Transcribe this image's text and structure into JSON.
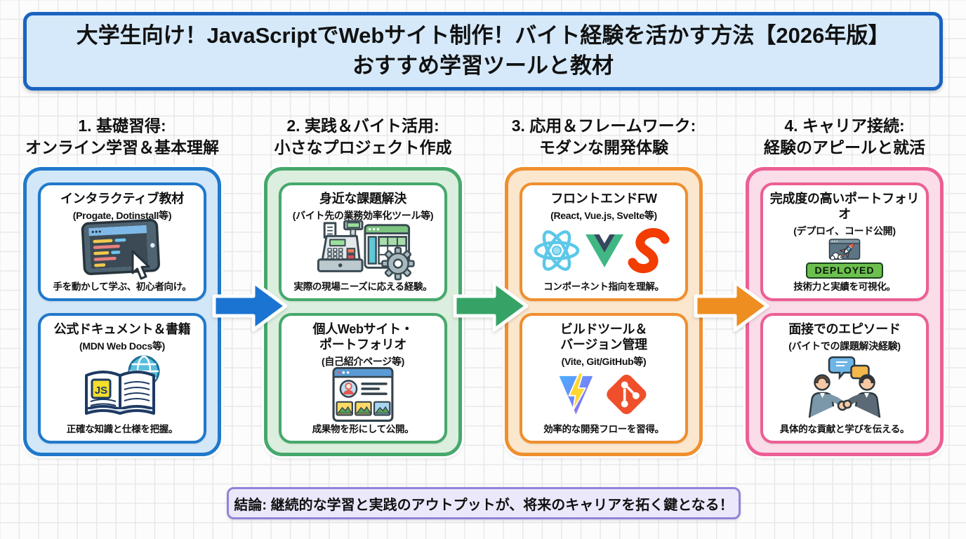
{
  "page": {
    "title_line1": "大学生向け！JavaScriptでWebサイト制作！バイト経験を活かす方法【2026年版】",
    "title_line2": "おすすめ学習ツールと教材",
    "conclusion": "結論: 継続的な学習と実践のアウトプットが、将来のキャリアを拓く鍵となる！"
  },
  "columns": [
    {
      "header": "1. 基礎習得:\nオンライン学習＆基本理解",
      "accent": "#2079ca",
      "fill": "#d2e7f8",
      "cards": [
        {
          "title": "インタラクティブ教材",
          "subtitle": "(Progate, Dotinstall等)",
          "icon": "tablet-code-cursor",
          "caption": "手を動かして学ぶ、初心者向け。"
        },
        {
          "title": "公式ドキュメント＆書籍",
          "subtitle": "(MDN Web Docs等)",
          "icon": "open-book-js-globe",
          "js_badge": "JS",
          "caption": "正確な知識と仕様を把握。"
        }
      ]
    },
    {
      "header": "2. 実践＆バイト活用:\n小さなプロジェクト作成",
      "accent": "#46a86c",
      "fill": "#dcefdf",
      "cards": [
        {
          "title": "身近な課題解決",
          "subtitle": "(バイト先の業務効率化ツール等)",
          "icon": "cash-register-spreadsheet-gear",
          "caption": "実際の現場ニーズに応える経験。"
        },
        {
          "title": "個人Webサイト・\nポートフォリオ",
          "subtitle": "(自己紹介ページ等)",
          "icon": "portfolio-website",
          "caption": "成果物を形にして公開。"
        }
      ]
    },
    {
      "header": "3. 応用＆フレームワーク:\nモダンな開発体験",
      "accent": "#ef8f2e",
      "fill": "#fbe7cd",
      "cards": [
        {
          "title": "フロントエンドFW",
          "subtitle": "(React, Vue.js, Svelte等)",
          "icon": "react-vue-svelte-logos",
          "caption": "コンポーネント指向を理解。"
        },
        {
          "title": "ビルドツール＆\nバージョン管理",
          "subtitle": "(Vite, Git/GitHub等)",
          "icon": "vite-git-logos",
          "caption": "効率的な開発フローを習得。"
        }
      ]
    },
    {
      "header": "4. キャリア接続:\n経験のアピールと就活",
      "accent": "#ec5f94",
      "fill": "#fadde9",
      "cards": [
        {
          "title": "完成度の高いポートフォリオ",
          "subtitle": "(デプロイ、コード公開)",
          "icon": "rocket-deploy-browser",
          "badge": "DEPLOYED",
          "caption": "技術力と実績を可視化。"
        },
        {
          "title": "面接でのエピソード",
          "subtitle": "(バイトでの課題解決経験)",
          "icon": "handshake-interview",
          "caption": "具体的な貢献と学びを伝える。"
        }
      ]
    }
  ],
  "arrows": [
    {
      "color": "#1b74d1"
    },
    {
      "color": "#36a366"
    },
    {
      "color": "#ee8d20"
    }
  ]
}
